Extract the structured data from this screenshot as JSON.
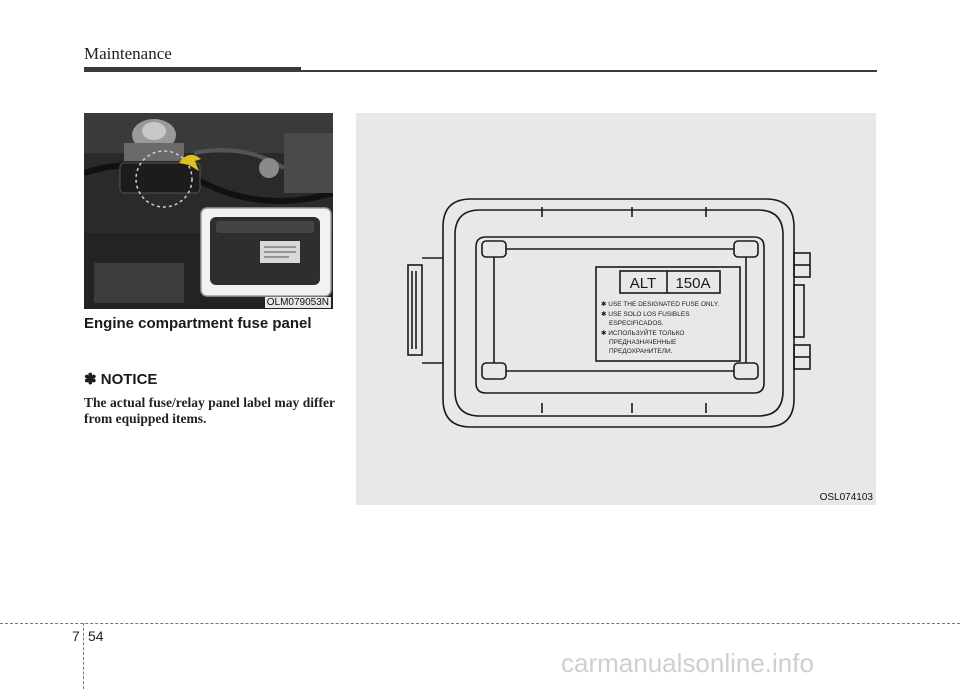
{
  "header": {
    "title": "Maintenance"
  },
  "photo": {
    "code": "OLM079053N"
  },
  "section": {
    "title": "Engine compartment fuse panel"
  },
  "notice": {
    "title": "✽ NOTICE",
    "body": "The actual fuse/relay panel label may differ from equipped items."
  },
  "diagram": {
    "code": "OSL074103",
    "fuse_name": "ALT",
    "fuse_rating": "150A",
    "label_lines": [
      "✱ USE THE DESIGNATED FUSE ONLY.",
      "✱ USE SOLO LOS FUSIBLES",
      "ESPECIFICADOS.",
      "✱ ИСПОЛЬЗУЙТЕ ТОЛЬКО",
      "ПРЕДНАЗНАЧЕННЫЕ",
      "ПРЕДОХРАНИТЕЛИ."
    ]
  },
  "footer": {
    "chapter": "7",
    "page": "54",
    "watermark": "carmanualsonline.info"
  }
}
